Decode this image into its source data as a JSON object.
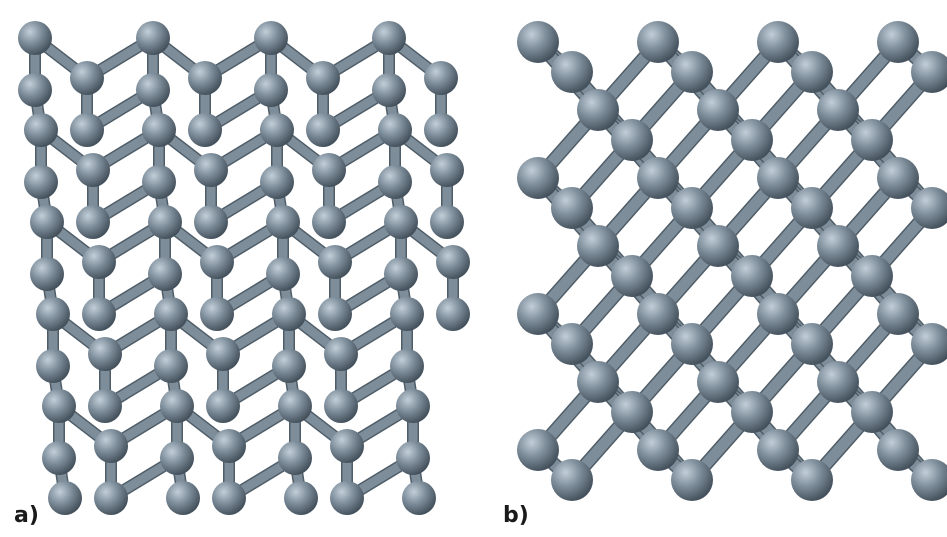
{
  "figure": {
    "panel_a": {
      "label": "a)"
    },
    "panel_b": {
      "label": "b)"
    }
  },
  "colors": {
    "atom_light": "#c2cfd9",
    "atom_mid": "#7f8f9c",
    "atom_dark": "#3c4954",
    "bond": "#7d8d99",
    "bond_edge": "#4f5d68",
    "label": "#1a1a1a"
  },
  "icons": [
    "sphere-atom",
    "cylinder-bond"
  ]
}
